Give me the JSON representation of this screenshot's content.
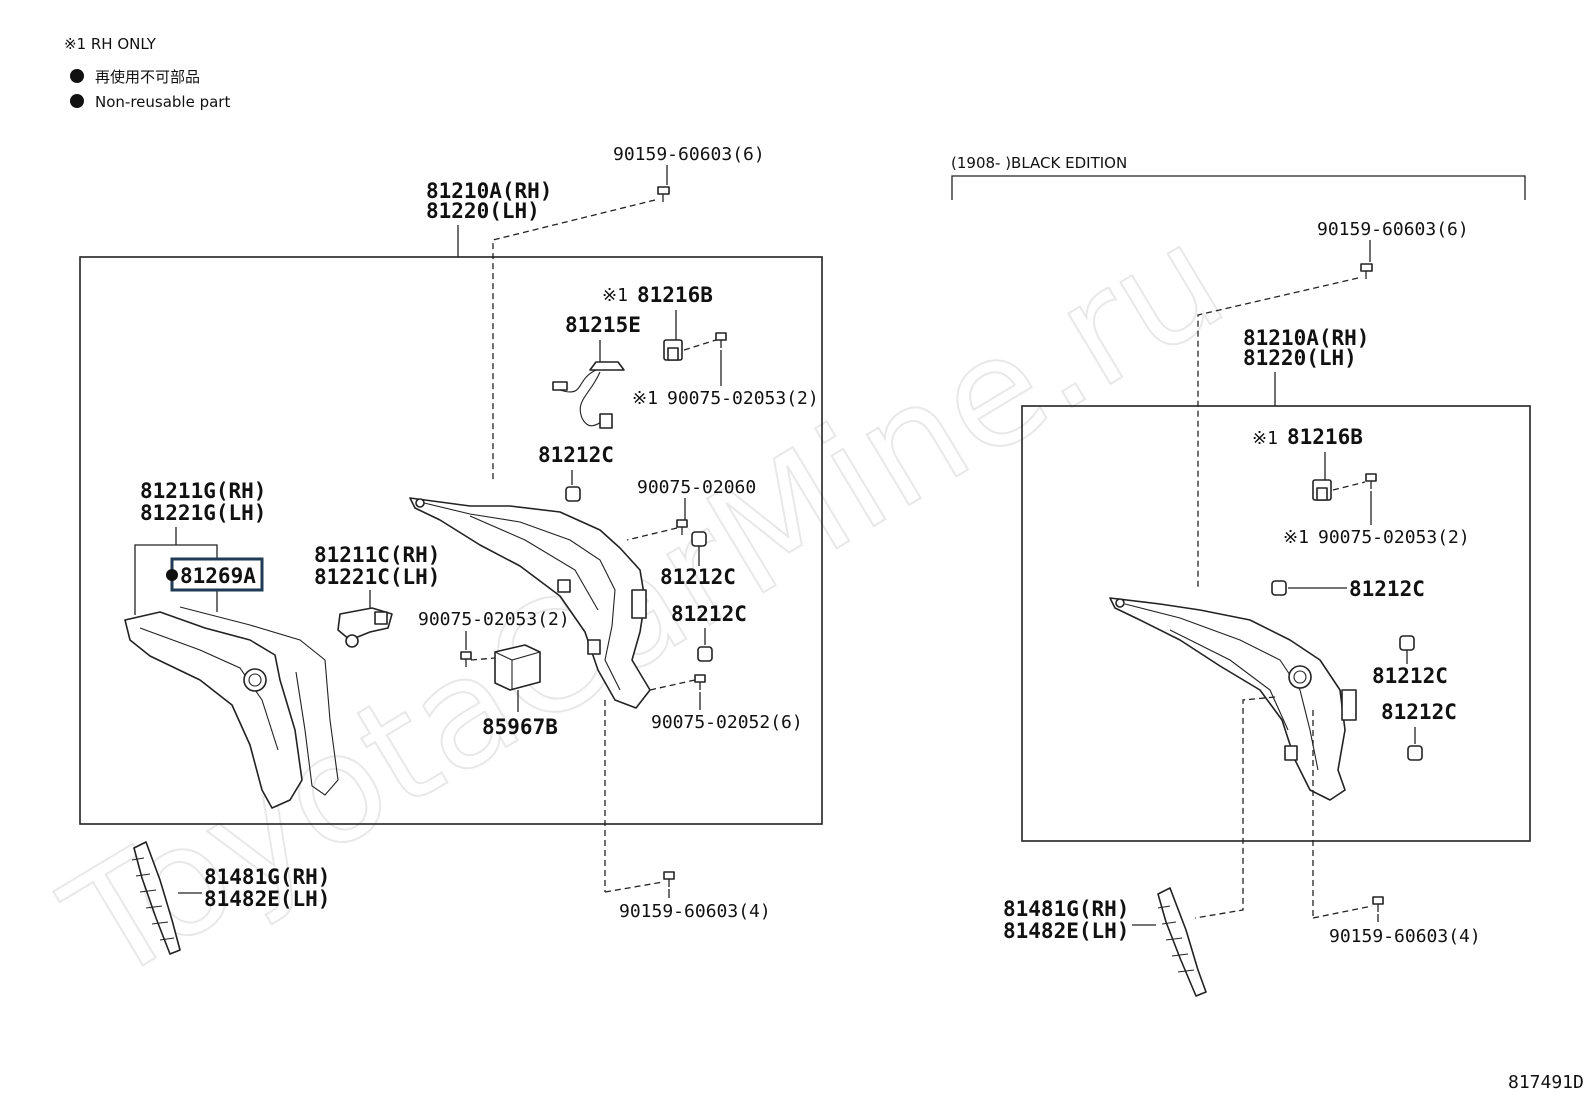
{
  "notes": {
    "rh_only": "※1 RH ONLY",
    "legend_jp": "再使用不可部品",
    "legend_en": "Non-reusable part"
  },
  "watermark": "ToyotaCarMine.ru",
  "diagram_id": "817491D",
  "left_group": {
    "housing_rh": "81210A(RH)",
    "housing_lh": "81220(LH)",
    "screw_top": "90159-60603(6)",
    "rh_only_marker_1": "※1",
    "socket": "81216B",
    "wire": "81215E",
    "rh_only_marker_2": "※1",
    "screw_socket": "90075-02053(2)",
    "cap_1": "81212C",
    "screw_mid": "90075-02060",
    "lens_rh": "81211G(RH)",
    "lens_lh": "81221G(LH)",
    "gasket": "81269A",
    "socket_assy_rh": "81211C(RH)",
    "socket_assy_lh": "81221C(LH)",
    "cap_2": "81212C",
    "cap_3": "81212C",
    "screw_ecu": "90075-02053(2)",
    "ecu": "85967B",
    "screw_bottom": "90075-02052(6)",
    "bezel_rh": "81481G(RH)",
    "bezel_lh": "81482E(LH)",
    "screw_lower": "90159-60603(4)"
  },
  "right_group": {
    "edition": "(1908-      )BLACK EDITION",
    "screw_top": "90159-60603(6)",
    "housing_rh": "81210A(RH)",
    "housing_lh": "81220(LH)",
    "rh_only_marker_1": "※1",
    "socket": "81216B",
    "rh_only_marker_2": "※1",
    "screw_socket": "90075-02053(2)",
    "cap_1": "81212C",
    "cap_2": "81212C",
    "cap_3": "81212C",
    "bezel_rh": "81481G(RH)",
    "bezel_lh": "81482E(LH)",
    "screw_lower": "90159-60603(4)"
  }
}
